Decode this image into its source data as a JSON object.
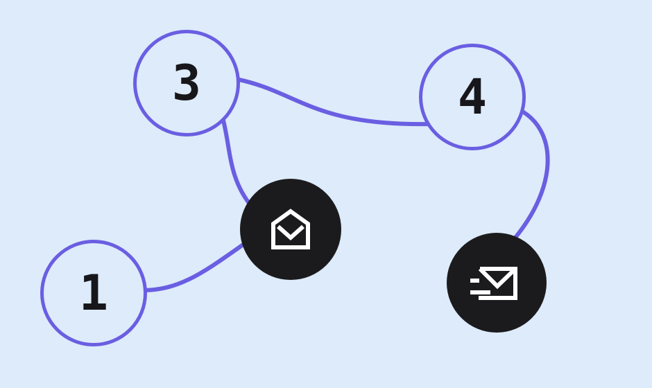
{
  "diagram": {
    "description": "Email flow diagram with numbered nodes and mail icon nodes connected by curved lines",
    "background_color": "#ddebfa",
    "accent_color": "#6a5ee2",
    "dark_node_color": "#1b1b1d",
    "label_color": "#17171b",
    "icon_color": "#ffffff",
    "nodes": [
      {
        "id": "node-3",
        "type": "numbered-circle",
        "label": "3"
      },
      {
        "id": "node-4",
        "type": "numbered-circle",
        "label": "4"
      },
      {
        "id": "node-1",
        "type": "numbered-circle",
        "label": "1"
      },
      {
        "id": "node-mail-open",
        "type": "icon-circle",
        "icon": "mail-open-icon"
      },
      {
        "id": "node-mail-send",
        "type": "icon-circle",
        "icon": "mail-send-icon"
      }
    ],
    "edges": [
      {
        "from": "node-3",
        "to": "node-4"
      },
      {
        "from": "node-3",
        "to": "node-mail-open"
      },
      {
        "from": "node-1",
        "to": "node-mail-open"
      },
      {
        "from": "node-4",
        "to": "node-mail-send"
      }
    ]
  }
}
